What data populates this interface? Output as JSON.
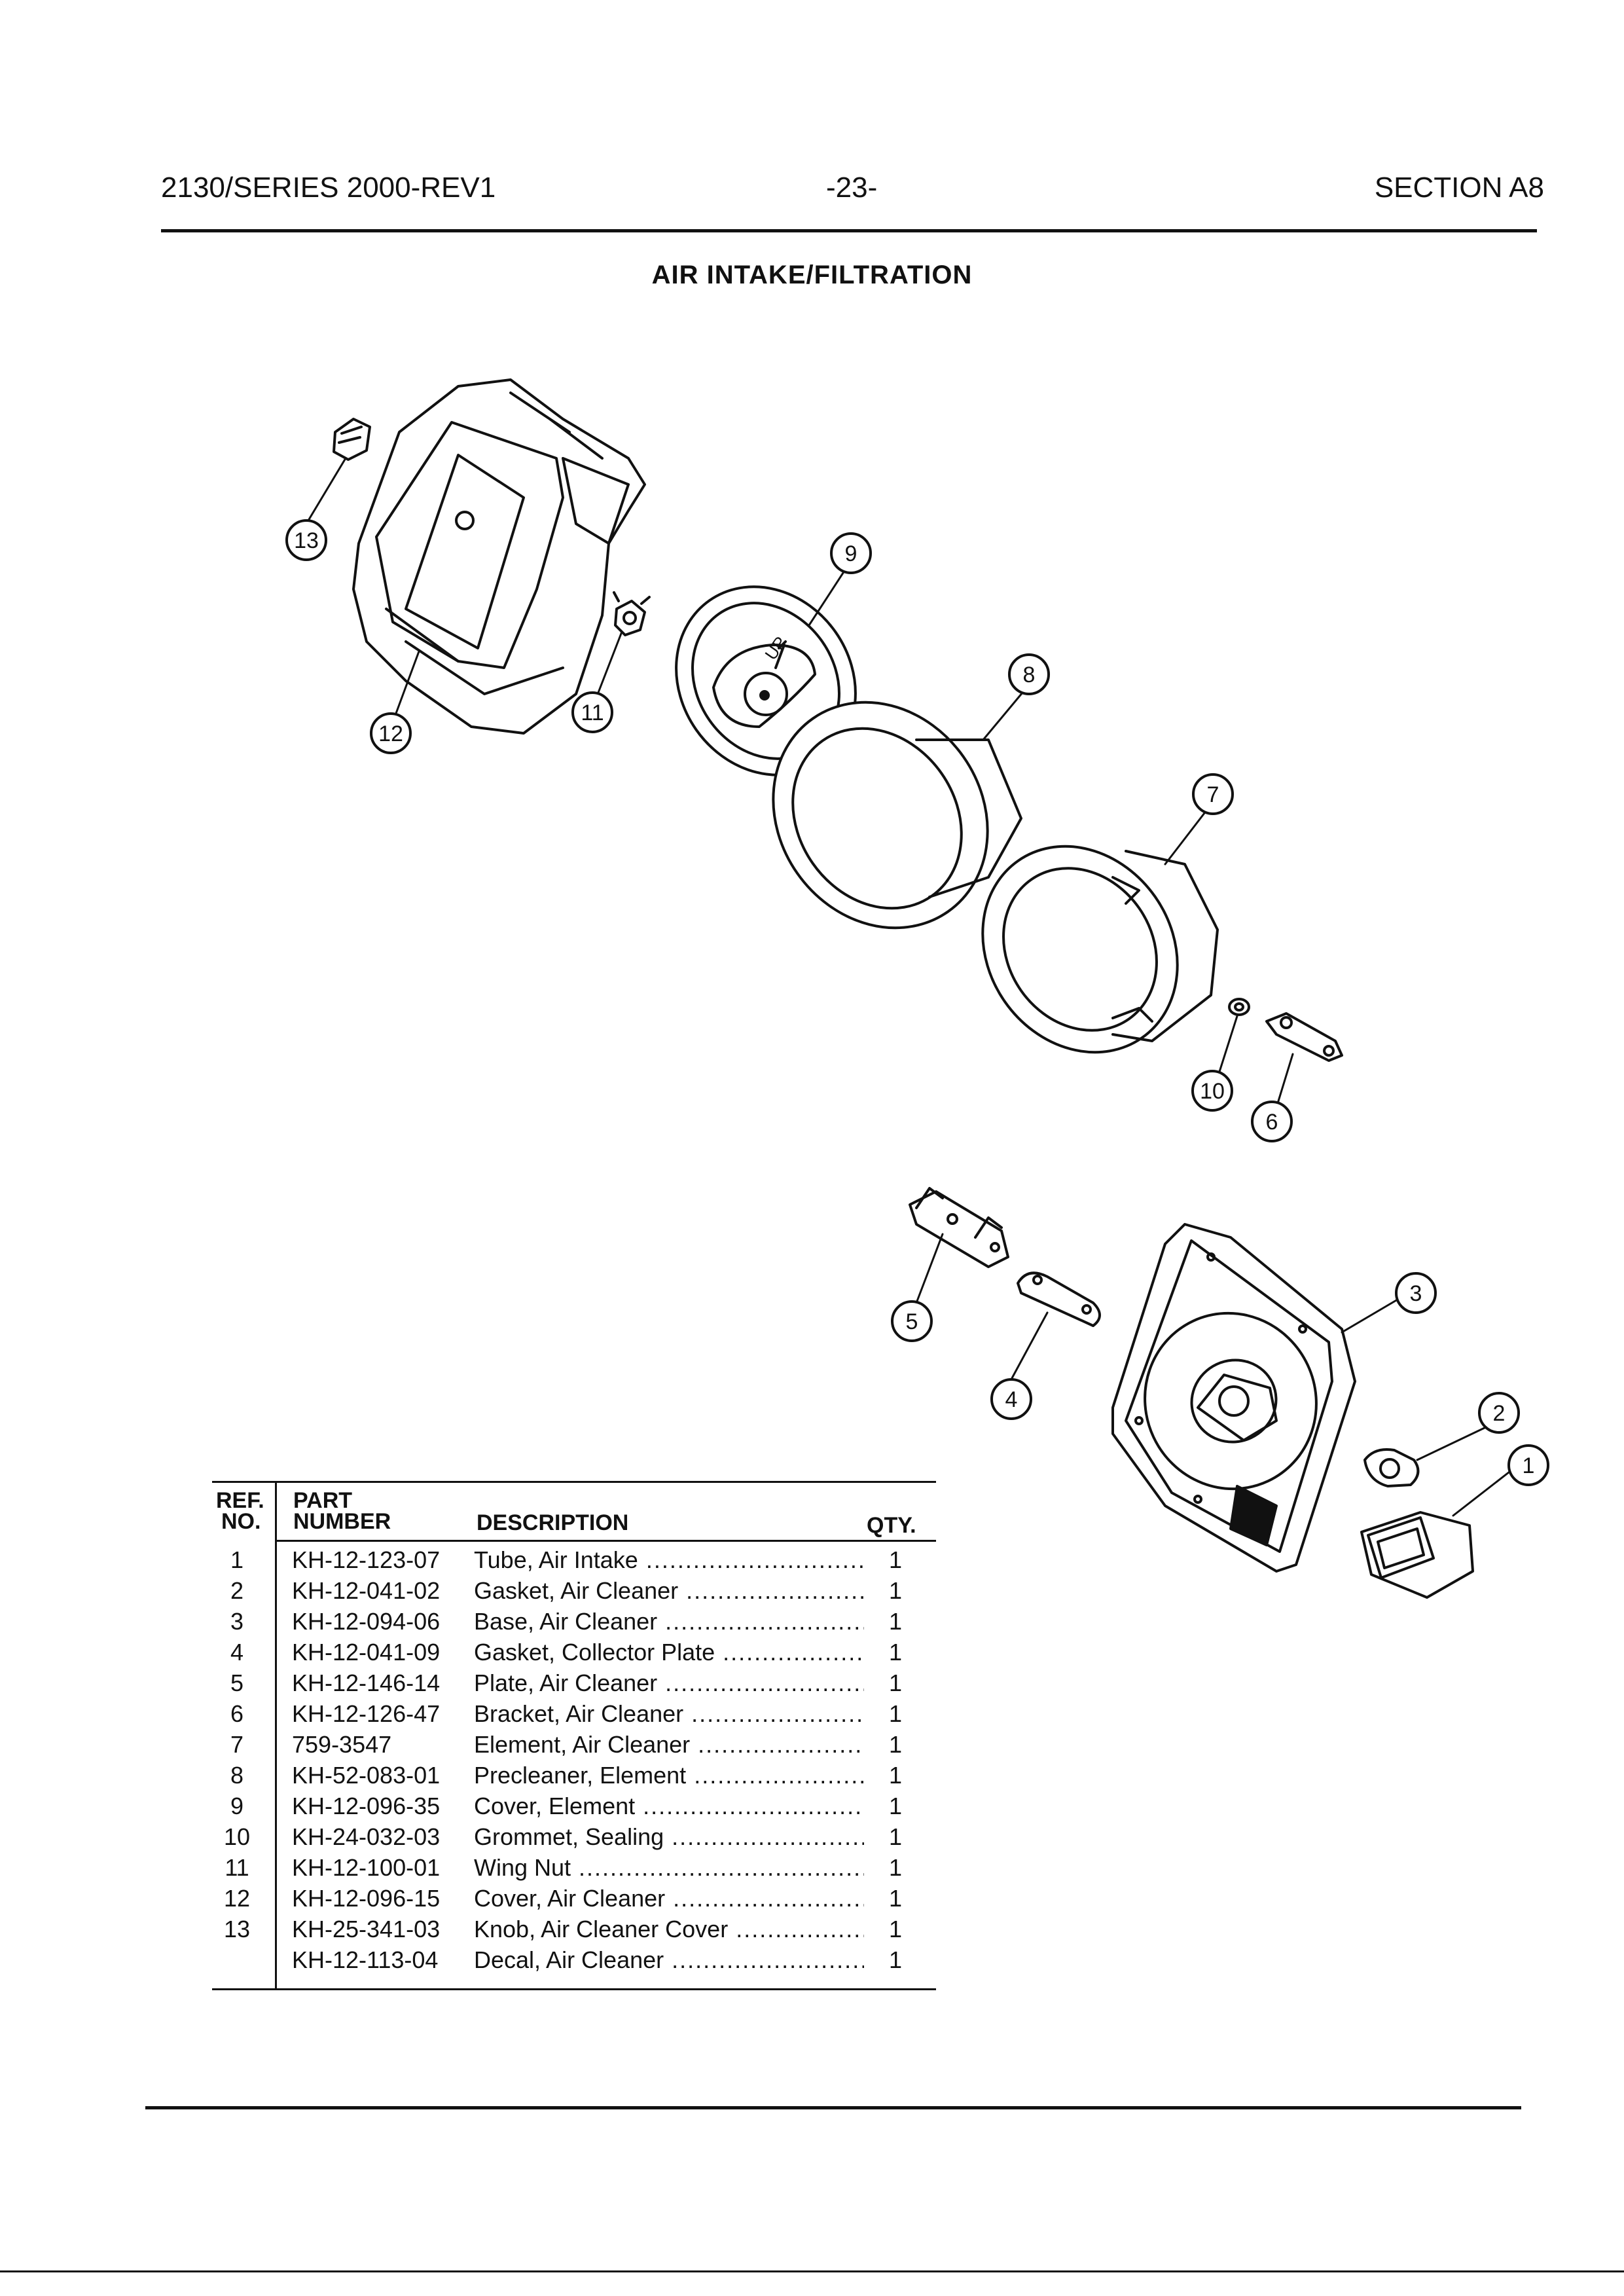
{
  "header": {
    "left": "2130/SERIES 2000-REV1",
    "center": "-23-",
    "right": "SECTION A8"
  },
  "title": "AIR INTAKE/FILTRATION",
  "callouts": [
    "1",
    "2",
    "3",
    "4",
    "5",
    "6",
    "7",
    "8",
    "9",
    "10",
    "11",
    "12",
    "13"
  ],
  "diagram_text": {
    "up_mark": "UP"
  },
  "table": {
    "headers": {
      "ref_line1": "REF.",
      "ref_line2": "NO.",
      "part_line1": "PART",
      "part_line2": "NUMBER",
      "description": "DESCRIPTION",
      "qty": "QTY."
    },
    "rows": [
      {
        "ref": "1",
        "part": "KH-12-123-07",
        "desc": "Tube, Air Intake",
        "qty": "1"
      },
      {
        "ref": "2",
        "part": "KH-12-041-02",
        "desc": "Gasket, Air Cleaner",
        "qty": "1"
      },
      {
        "ref": "3",
        "part": "KH-12-094-06",
        "desc": "Base, Air Cleaner",
        "qty": "1"
      },
      {
        "ref": "4",
        "part": "KH-12-041-09",
        "desc": "Gasket, Collector Plate",
        "qty": "1"
      },
      {
        "ref": "5",
        "part": "KH-12-146-14",
        "desc": "Plate, Air Cleaner",
        "qty": "1"
      },
      {
        "ref": "6",
        "part": "KH-12-126-47",
        "desc": "Bracket, Air Cleaner",
        "qty": "1"
      },
      {
        "ref": "7",
        "part": "759-3547",
        "desc": "Element, Air Cleaner",
        "qty": "1"
      },
      {
        "ref": "8",
        "part": "KH-52-083-01",
        "desc": "Precleaner, Element",
        "qty": "1"
      },
      {
        "ref": "9",
        "part": "KH-12-096-35",
        "desc": "Cover, Element",
        "qty": "1"
      },
      {
        "ref": "10",
        "part": "KH-24-032-03",
        "desc": "Grommet, Sealing",
        "qty": "1"
      },
      {
        "ref": "11",
        "part": "KH-12-100-01",
        "desc": "Wing Nut",
        "qty": "1"
      },
      {
        "ref": "12",
        "part": "KH-12-096-15",
        "desc": "Cover, Air Cleaner",
        "qty": "1"
      },
      {
        "ref": "13",
        "part": "KH-25-341-03",
        "desc": "Knob, Air Cleaner Cover",
        "qty": "1"
      },
      {
        "ref": "",
        "part": "KH-12-113-04",
        "desc": "Decal, Air Cleaner",
        "qty": "1"
      }
    ]
  }
}
